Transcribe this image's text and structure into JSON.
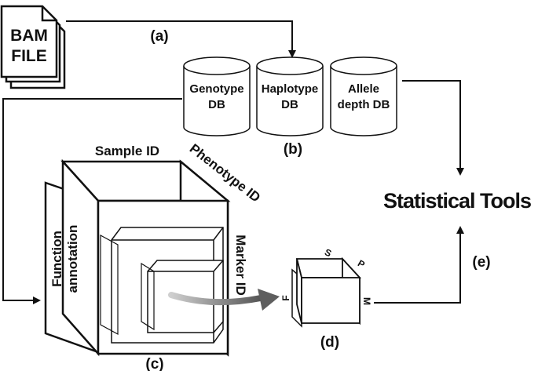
{
  "bam_file": {
    "line1": "BAM",
    "line2": "FILE"
  },
  "labels": {
    "a": "(a)",
    "b": "(b)",
    "c": "(c)",
    "d": "(d)",
    "e": "(e)"
  },
  "databases": [
    {
      "line1": "Genotype",
      "line2": "DB"
    },
    {
      "line1": "Haplotype",
      "line2": "DB"
    },
    {
      "line1": "Allele",
      "line2": "depth DB"
    }
  ],
  "cube_axes": {
    "sample_id": "Sample ID",
    "phenotype_id": "Phenotype ID",
    "marker_id": "Marker ID",
    "function_line1": "Function",
    "function_line2": "annotation"
  },
  "small_cube_axes": {
    "s": "S",
    "p": "P",
    "m": "M",
    "f": "F"
  },
  "statistical_tools": "Statistical Tools",
  "colors": {
    "stroke": "#111111",
    "arrow_gray": "#6f6f6f"
  }
}
